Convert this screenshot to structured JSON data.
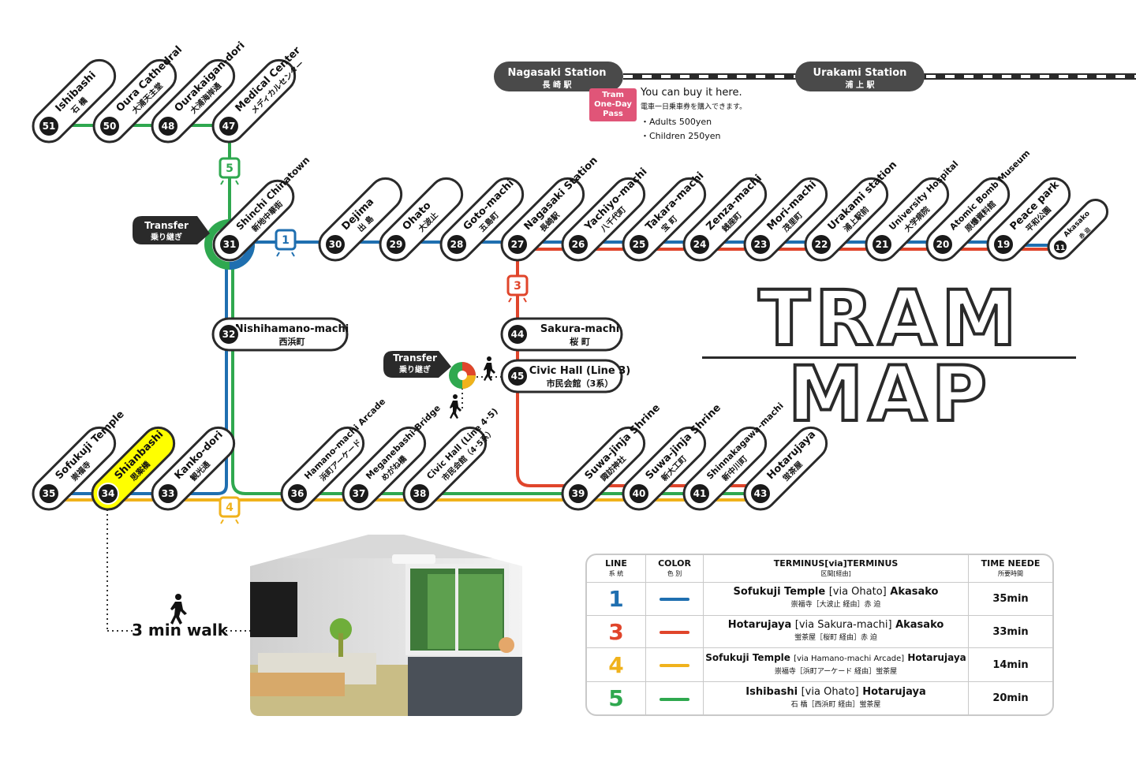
{
  "map_title": "TRAM MAP",
  "colors": {
    "line1": "#1f6fb0",
    "line3": "#e0452b",
    "line4": "#f0b21c",
    "line5": "#2fa84f",
    "dark": "#2a2a2a",
    "highlight": "#ffff00",
    "pass": "#e05578"
  },
  "top_stations": [
    {
      "num": "51",
      "name": "Ishibashi",
      "jp": "石 橋"
    },
    {
      "num": "50",
      "name": "Oura Cathedral",
      "jp": "大浦天主堂"
    },
    {
      "num": "48",
      "name": "Ourakaigan-dori",
      "jp": "大浦海岸通"
    },
    {
      "num": "47",
      "name": "Medical Center",
      "jp": "メディカルセンター"
    }
  ],
  "line1_stations": [
    {
      "num": "31",
      "name": "Shinchi Chinatown",
      "jp": "新地中華街"
    },
    {
      "num": "30",
      "name": "Dejima",
      "jp": "出 島"
    },
    {
      "num": "29",
      "name": "Ohato",
      "jp": "大波止"
    },
    {
      "num": "28",
      "name": "Goto-machi",
      "jp": "五島町"
    },
    {
      "num": "27",
      "name": "Nagasaki Station",
      "jp": "長崎駅"
    },
    {
      "num": "26",
      "name": "Yachiyo-machi",
      "jp": "八千代町"
    },
    {
      "num": "25",
      "name": "Takara-machi",
      "jp": "宝 町"
    },
    {
      "num": "24",
      "name": "Zenza-machi",
      "jp": "銭座町"
    },
    {
      "num": "23",
      "name": "Mori-machi",
      "jp": "茂里町"
    },
    {
      "num": "22",
      "name": "Urakami station",
      "jp": "浦上駅前"
    },
    {
      "num": "21",
      "name": "University Hospital",
      "jp": "大学病院"
    },
    {
      "num": "20",
      "name": "Atomic Bomb Museum",
      "jp": "原爆資料館"
    },
    {
      "num": "19",
      "name": "Peace park",
      "jp": "平和公園"
    },
    {
      "num": "11",
      "name": "Akasako",
      "jp": "赤 迫"
    }
  ],
  "middle_stations": [
    {
      "num": "32",
      "name": "Nishihamano-machi",
      "jp": "西浜町"
    },
    {
      "num": "44",
      "name": "Sakura-machi",
      "jp": "桜 町"
    },
    {
      "num": "45",
      "name": "Civic Hall (Line 3)",
      "jp": "市民会館（3系）"
    }
  ],
  "bottom_stations": [
    {
      "num": "35",
      "name": "Sofukuji Temple",
      "jp": "崇福寺"
    },
    {
      "num": "34",
      "name": "Shianbashi",
      "jp": "思案橋"
    },
    {
      "num": "33",
      "name": "Kanko-dori",
      "jp": "観光通"
    },
    {
      "num": "36",
      "name": "Hamano-machi Arcade",
      "jp": "浜町アーケード"
    },
    {
      "num": "37",
      "name": "Meganebashi-Bridge",
      "jp": "めがね橋"
    },
    {
      "num": "38",
      "name": "Civic Hall (Line 4･5)",
      "jp": "市民会館（4･5系）"
    },
    {
      "num": "39",
      "name": "Suwa-jinja Shrine",
      "jp": "諏訪神社"
    },
    {
      "num": "40",
      "name": "Suwa-jinja Shrine",
      "jp": "新大工町"
    },
    {
      "num": "41",
      "name": "Shinnakagawa-machi",
      "jp": "新中川町"
    },
    {
      "num": "43",
      "name": "Hotarujaya",
      "jp": "蛍茶屋"
    }
  ],
  "jr": {
    "nagasaki": {
      "name": "Nagasaki Station",
      "jp": "長 崎 駅"
    },
    "urakami": {
      "name": "Urakami Station",
      "jp": "浦 上 駅"
    }
  },
  "pass": {
    "badge": [
      "Tram",
      "One-Day",
      "Pass"
    ],
    "line1": "You can buy it here.",
    "line2": "電車一日乗車券を購入できます。",
    "line3": "・Adults    500yen",
    "line4": "・Children 250yen"
  },
  "transfer": {
    "en": "Transfer",
    "jp": "乗り継ぎ"
  },
  "tram_badges": [
    "5",
    "1",
    "3",
    "4"
  ],
  "walk": "3 min walk",
  "legend": {
    "headers": [
      {
        "en": "LINE",
        "jp": "系 統"
      },
      {
        "en": "COLOR",
        "jp": "色 別"
      },
      {
        "en": "TERMINUS[via]TERMINUS",
        "jp": "区間[経由]"
      },
      {
        "en": "TIME NEEDE",
        "jp": "所要時間"
      }
    ],
    "rows": [
      {
        "line": "1",
        "color": "#1f6fb0",
        "from": "Sofukuji Temple",
        "via": "[via Ohato]",
        "to": "Akasako",
        "jp": "崇福寺［大波止 経由］赤 迫",
        "time": "35min"
      },
      {
        "line": "3",
        "color": "#e0452b",
        "from": "Hotarujaya",
        "via": "[via Sakura-machi]",
        "to": "Akasako",
        "jp": "蛍茶屋［桜町 経由］赤 迫",
        "time": "33min"
      },
      {
        "line": "4",
        "color": "#f0b21c",
        "from": "Sofukuji Temple",
        "via": "[via Hamano-machi Arcade]",
        "to": "Hotarujaya",
        "jp": "崇福寺［浜町アーケード 経由］蛍茶屋",
        "time": "14min"
      },
      {
        "line": "5",
        "color": "#2fa84f",
        "from": "Ishibashi",
        "via": "[via Ohato]",
        "to": "Hotarujaya",
        "jp": "石 橋［西浜町 経由］蛍茶屋",
        "time": "20min"
      }
    ]
  }
}
